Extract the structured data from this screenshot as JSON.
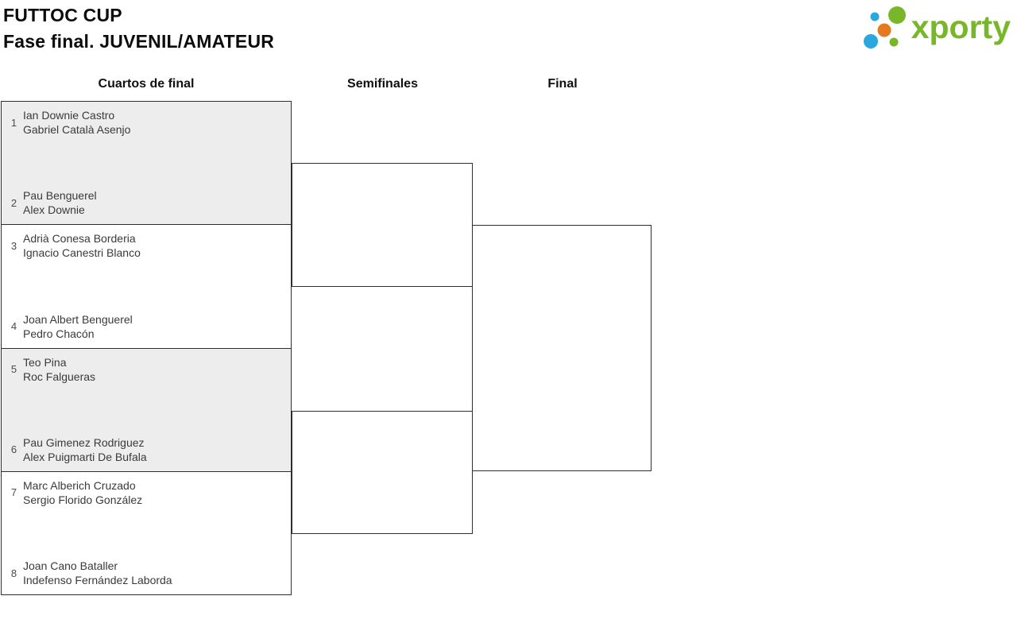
{
  "header": {
    "title": "FUTTOC CUP",
    "subtitle": "Fase final. JUVENIL/AMATEUR"
  },
  "logo": {
    "brand": "xporty"
  },
  "rounds": {
    "quarterfinals": "Cuartos de final",
    "semifinals": "Semifinales",
    "final": "Final"
  },
  "bracket": {
    "quarterfinal_matches": [
      {
        "top": {
          "seed": "1",
          "players": [
            "Ian Downie Castro",
            "Gabriel Català Asenjo"
          ]
        },
        "bottom": {
          "seed": "2",
          "players": [
            "Pau Benguerel",
            "Alex Downie"
          ]
        }
      },
      {
        "top": {
          "seed": "3",
          "players": [
            "Adrià Conesa Borderia",
            "Ignacio Canestri Blanco"
          ]
        },
        "bottom": {
          "seed": "4",
          "players": [
            "Joan Albert Benguerel",
            "Pedro Chacón"
          ]
        }
      },
      {
        "top": {
          "seed": "5",
          "players": [
            "Teo Pina",
            "Roc Falgueras"
          ]
        },
        "bottom": {
          "seed": "6",
          "players": [
            "Pau Gimenez Rodriguez",
            "Alex Puigmarti De Bufala"
          ]
        }
      },
      {
        "top": {
          "seed": "7",
          "players": [
            "Marc Alberich Cruzado",
            "Sergio Florido González"
          ]
        },
        "bottom": {
          "seed": "8",
          "players": [
            "Joan Cano Bataller",
            "Indefenso Fernández Laborda"
          ]
        }
      }
    ]
  },
  "colors": {
    "brand_green": "#78b72a",
    "brand_blue": "#29a8e0",
    "brand_orange": "#e5791e",
    "box_alt_fill": "#ededed",
    "border": "#2e2e2e",
    "text": "#3a3a3a"
  }
}
